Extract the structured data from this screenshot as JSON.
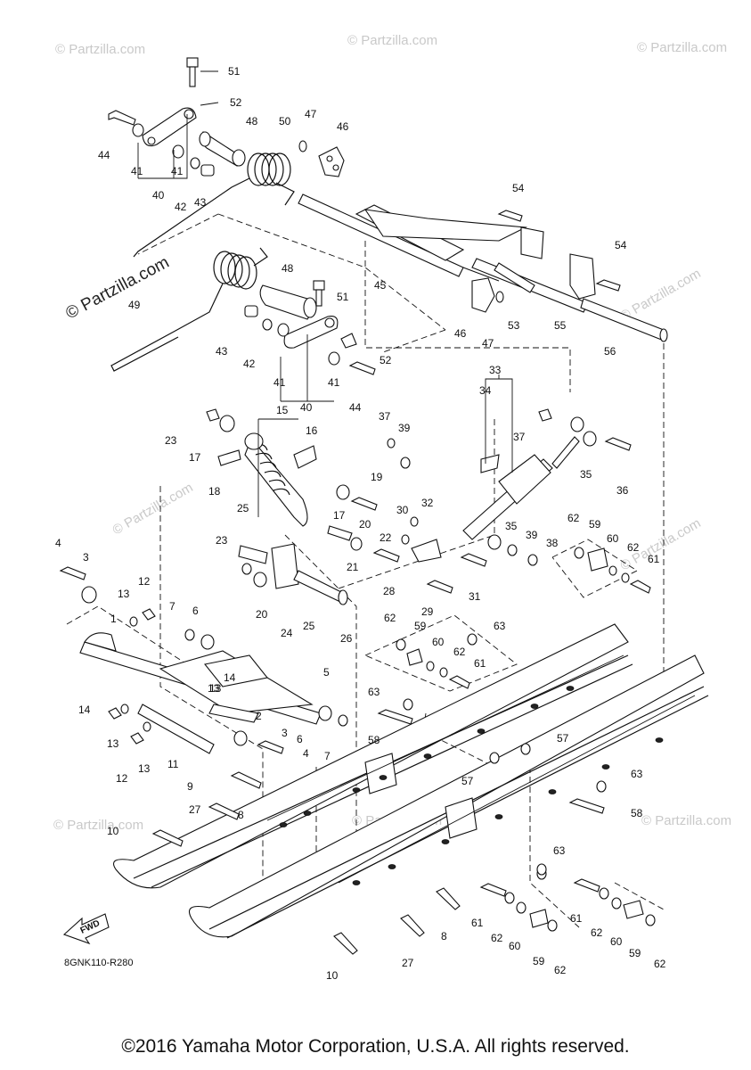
{
  "diagram": {
    "code": "8GNK110-R280",
    "copyright": "©2016 Yamaha Motor Corporation, U.S.A. All rights reserved.",
    "watermark": "© Partzilla.com",
    "direction_label": "FWD"
  },
  "callouts": [
    {
      "id": "c51a",
      "label": "51"
    },
    {
      "id": "c52a",
      "label": "52"
    },
    {
      "id": "c48a",
      "label": "48"
    },
    {
      "id": "c50",
      "label": "50"
    },
    {
      "id": "c47a",
      "label": "47"
    },
    {
      "id": "c46a",
      "label": "46"
    },
    {
      "id": "c44a",
      "label": "44"
    },
    {
      "id": "c41a",
      "label": "41"
    },
    {
      "id": "c41b",
      "label": "41"
    },
    {
      "id": "c40a",
      "label": "40"
    },
    {
      "id": "c42a",
      "label": "42"
    },
    {
      "id": "c43a",
      "label": "43"
    },
    {
      "id": "c54a",
      "label": "54"
    },
    {
      "id": "c54b",
      "label": "54"
    },
    {
      "id": "c48b",
      "label": "48"
    },
    {
      "id": "c51b",
      "label": "51"
    },
    {
      "id": "c45",
      "label": "45"
    },
    {
      "id": "c46b",
      "label": "46"
    },
    {
      "id": "c47b",
      "label": "47"
    },
    {
      "id": "c53",
      "label": "53"
    },
    {
      "id": "c55",
      "label": "55"
    },
    {
      "id": "c56",
      "label": "56"
    },
    {
      "id": "c49",
      "label": "49"
    },
    {
      "id": "c43b",
      "label": "43"
    },
    {
      "id": "c42b",
      "label": "42"
    },
    {
      "id": "c52b",
      "label": "52"
    },
    {
      "id": "c41c",
      "label": "41"
    },
    {
      "id": "c41d",
      "label": "41"
    },
    {
      "id": "c40b",
      "label": "40"
    },
    {
      "id": "c44b",
      "label": "44"
    },
    {
      "id": "c33",
      "label": "33"
    },
    {
      "id": "c34",
      "label": "34"
    },
    {
      "id": "c15",
      "label": "15"
    },
    {
      "id": "c16",
      "label": "16"
    },
    {
      "id": "c23a",
      "label": "23"
    },
    {
      "id": "c17a",
      "label": "17"
    },
    {
      "id": "c18",
      "label": "18"
    },
    {
      "id": "c37a",
      "label": "37"
    },
    {
      "id": "c39a",
      "label": "39"
    },
    {
      "id": "c37b",
      "label": "37"
    },
    {
      "id": "c35a",
      "label": "35"
    },
    {
      "id": "c36",
      "label": "36"
    },
    {
      "id": "c19",
      "label": "19"
    },
    {
      "id": "c17b",
      "label": "17"
    },
    {
      "id": "c25a",
      "label": "25"
    },
    {
      "id": "c20a",
      "label": "20"
    },
    {
      "id": "c30",
      "label": "30"
    },
    {
      "id": "c32",
      "label": "32"
    },
    {
      "id": "c35b",
      "label": "35"
    },
    {
      "id": "c39b",
      "label": "39"
    },
    {
      "id": "c38",
      "label": "38"
    },
    {
      "id": "c62a",
      "label": "62"
    },
    {
      "id": "c59a",
      "label": "59"
    },
    {
      "id": "c60a",
      "label": "60"
    },
    {
      "id": "c62b",
      "label": "62"
    },
    {
      "id": "c61a",
      "label": "61"
    },
    {
      "id": "c22",
      "label": "22"
    },
    {
      "id": "c21",
      "label": "21"
    },
    {
      "id": "c23b",
      "label": "23"
    },
    {
      "id": "c28",
      "label": "28"
    },
    {
      "id": "c31",
      "label": "31"
    },
    {
      "id": "c29",
      "label": "29"
    },
    {
      "id": "c4a",
      "label": "4"
    },
    {
      "id": "c3a",
      "label": "3"
    },
    {
      "id": "c13a",
      "label": "13"
    },
    {
      "id": "c12a",
      "label": "12"
    },
    {
      "id": "c20b",
      "label": "20"
    },
    {
      "id": "c24",
      "label": "24"
    },
    {
      "id": "c25b",
      "label": "25"
    },
    {
      "id": "c26",
      "label": "26"
    },
    {
      "id": "c7a",
      "label": "7"
    },
    {
      "id": "c6a",
      "label": "6"
    },
    {
      "id": "c1",
      "label": "1"
    },
    {
      "id": "c62c",
      "label": "62"
    },
    {
      "id": "c59b",
      "label": "59"
    },
    {
      "id": "c63a",
      "label": "63"
    },
    {
      "id": "c60b",
      "label": "60"
    },
    {
      "id": "c62d",
      "label": "62"
    },
    {
      "id": "c61b",
      "label": "61"
    },
    {
      "id": "c14a",
      "label": "14"
    },
    {
      "id": "c13b",
      "label": "13"
    },
    {
      "id": "c5",
      "label": "5"
    },
    {
      "id": "c13c",
      "label": "13"
    },
    {
      "id": "c14b",
      "label": "14"
    },
    {
      "id": "c13d",
      "label": "13"
    },
    {
      "id": "c63b",
      "label": "63"
    },
    {
      "id": "c58a",
      "label": "58"
    },
    {
      "id": "c2",
      "label": "2"
    },
    {
      "id": "c3b",
      "label": "3"
    },
    {
      "id": "c6b",
      "label": "6"
    },
    {
      "id": "c4b",
      "label": "4"
    },
    {
      "id": "c7b",
      "label": "7"
    },
    {
      "id": "c12b",
      "label": "12"
    },
    {
      "id": "c13e",
      "label": "13"
    },
    {
      "id": "c11",
      "label": "11"
    },
    {
      "id": "c9",
      "label": "9"
    },
    {
      "id": "c57a",
      "label": "57"
    },
    {
      "id": "c57b",
      "label": "57"
    },
    {
      "id": "c63c",
      "label": "63"
    },
    {
      "id": "c58b",
      "label": "58"
    },
    {
      "id": "c8a",
      "label": "8"
    },
    {
      "id": "c27a",
      "label": "27"
    },
    {
      "id": "c10a",
      "label": "10"
    },
    {
      "id": "c63d",
      "label": "63"
    },
    {
      "id": "c61c",
      "label": "61"
    },
    {
      "id": "c62e",
      "label": "62"
    },
    {
      "id": "c60c",
      "label": "60"
    },
    {
      "id": "c59c",
      "label": "59"
    },
    {
      "id": "c62f",
      "label": "62"
    },
    {
      "id": "c61d",
      "label": "61"
    },
    {
      "id": "c62g",
      "label": "62"
    },
    {
      "id": "c60d",
      "label": "60"
    },
    {
      "id": "c59d",
      "label": "59"
    },
    {
      "id": "c62h",
      "label": "62"
    },
    {
      "id": "c8b",
      "label": "8"
    },
    {
      "id": "c27b",
      "label": "27"
    },
    {
      "id": "c10b",
      "label": "10"
    }
  ]
}
